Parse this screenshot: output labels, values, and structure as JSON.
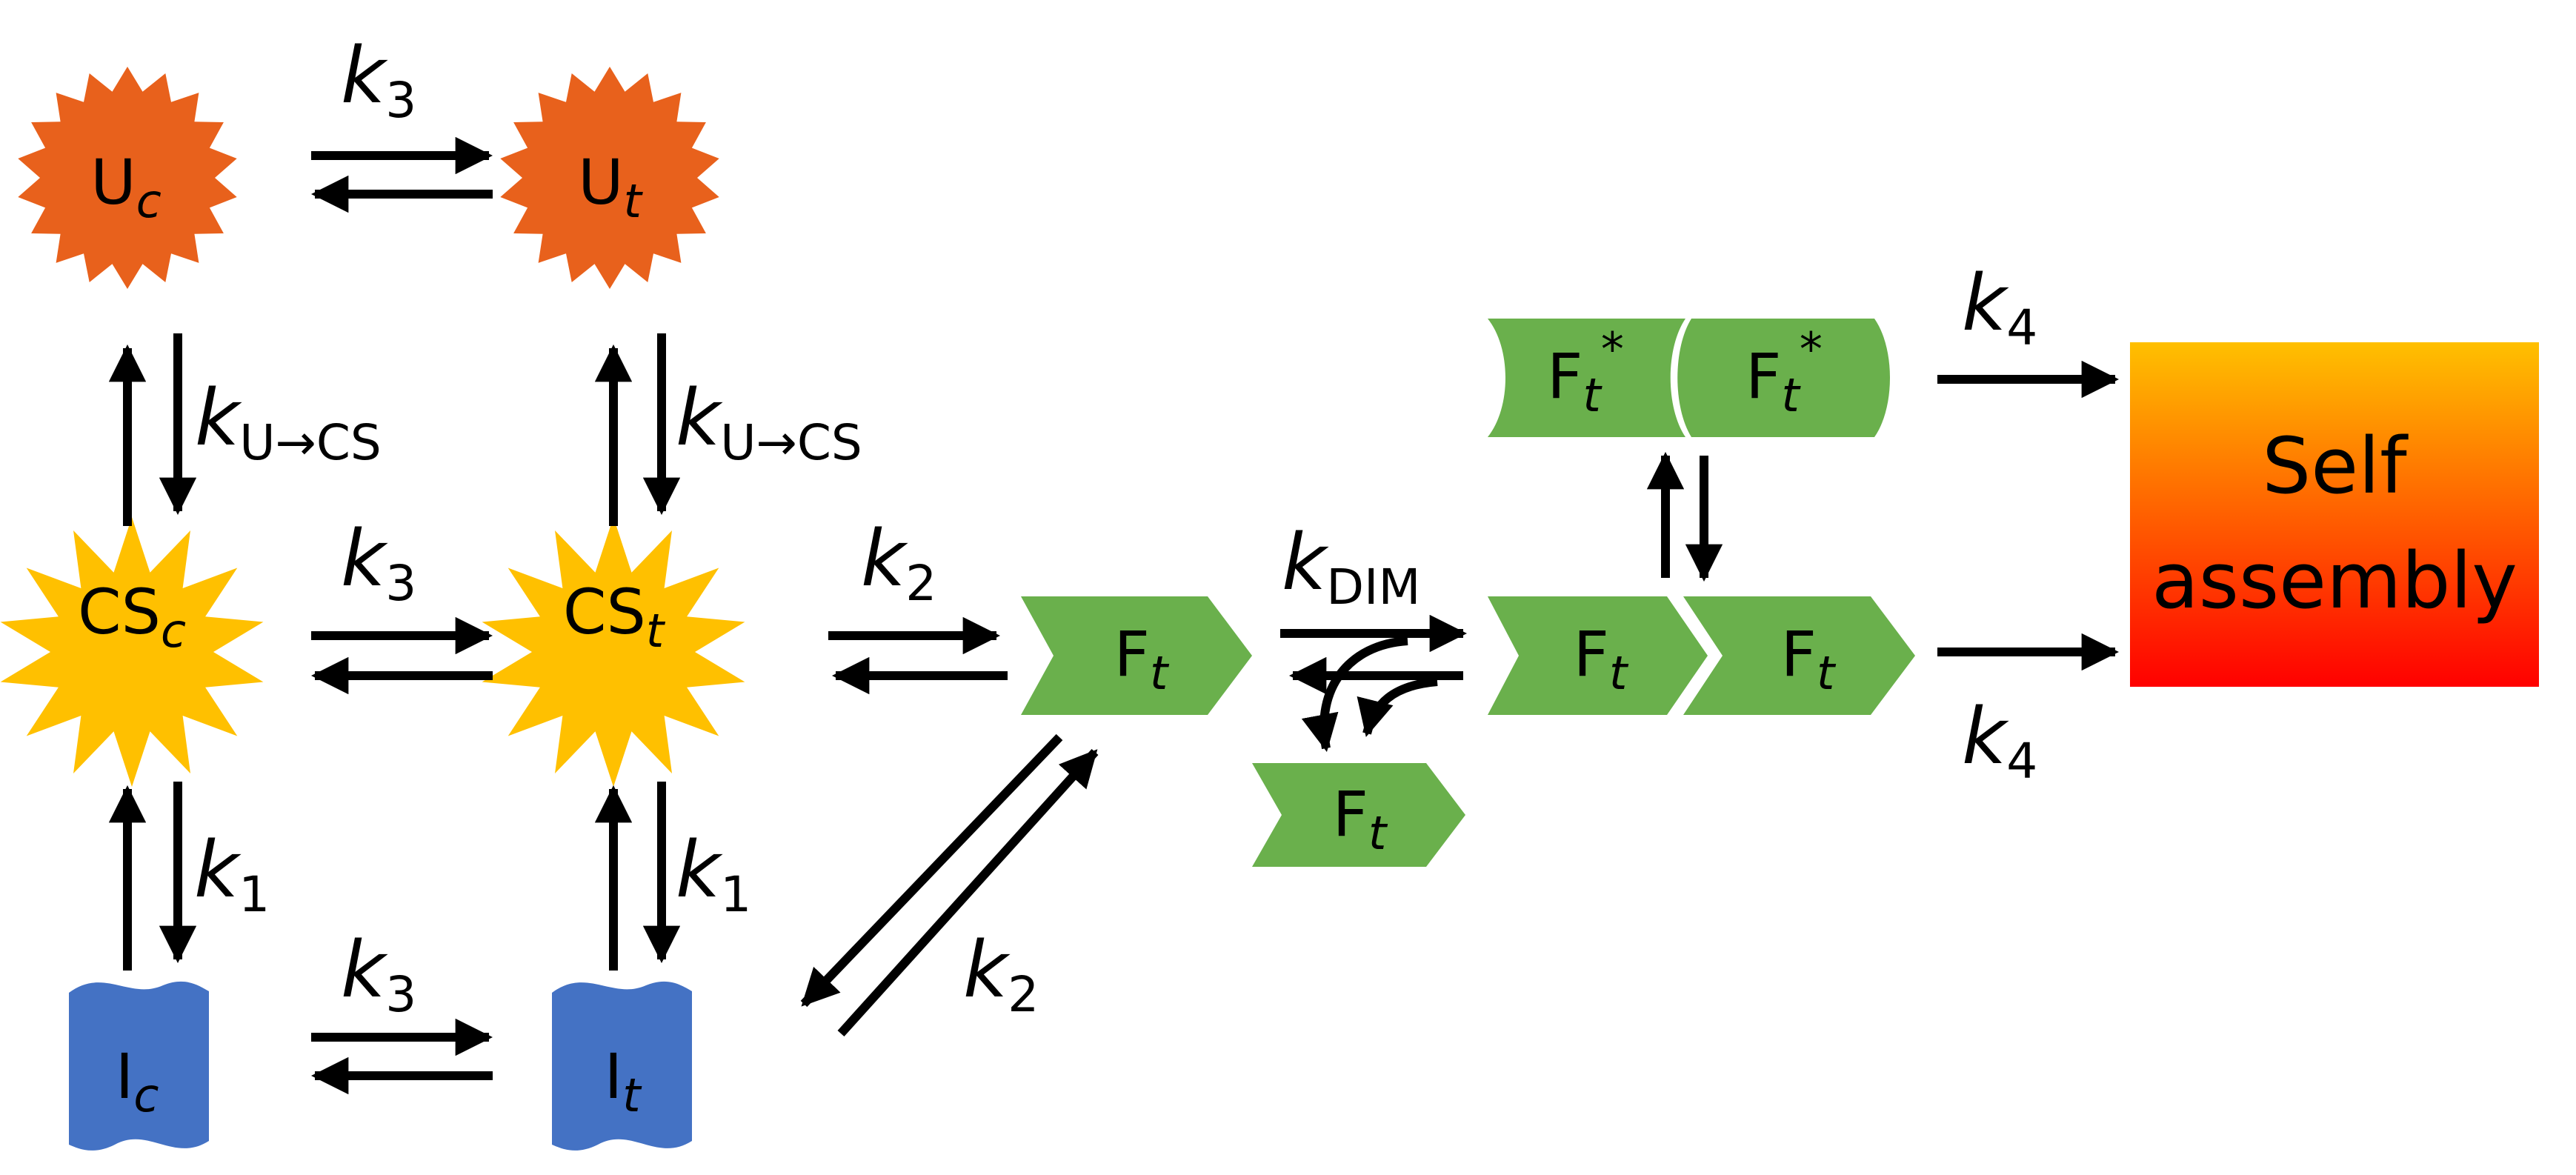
{
  "diagram": {
    "nodes": {
      "uc": {
        "main": "U",
        "sub": "c",
        "color": "#e8611c"
      },
      "ut": {
        "main": "U",
        "sub": "t",
        "color": "#e8611c"
      },
      "csc": {
        "main": "CS",
        "sub": "c",
        "color": "#ffc000"
      },
      "cst": {
        "main": "CS",
        "sub": "t",
        "color": "#ffc000"
      },
      "ic": {
        "main": "I",
        "sub": "c",
        "color": "#4472c4"
      },
      "it": {
        "main": "I",
        "sub": "t",
        "color": "#4472c4"
      },
      "ft_main": {
        "main": "F",
        "sub": "t",
        "color": "#6ab04c"
      },
      "ft_released": {
        "main": "F",
        "sub": "t",
        "color": "#6ab04c"
      },
      "dimer_left": {
        "main": "F",
        "sub": "t",
        "color": "#6ab04c"
      },
      "dimer_right": {
        "main": "F",
        "sub": "t",
        "color": "#6ab04c"
      },
      "star_left": {
        "main": "F",
        "sub": "t",
        "sup": "*",
        "color": "#6ab04c"
      },
      "star_right": {
        "main": "F",
        "sub": "t",
        "sup": "*",
        "color": "#6ab04c"
      }
    },
    "self_assembly": {
      "line1": "Self",
      "line2": "assembly",
      "gradient_top": "#ffc000",
      "gradient_bottom": "#ff0000"
    },
    "rates": {
      "k3_top": {
        "k": "k",
        "sub": "3"
      },
      "k3_mid": {
        "k": "k",
        "sub": "3"
      },
      "k3_bot": {
        "k": "k",
        "sub": "3"
      },
      "kucs_left": {
        "k": "k",
        "sub": "U→CS"
      },
      "kucs_right": {
        "k": "k",
        "sub": "U→CS"
      },
      "k1_left": {
        "k": "k",
        "sub": "1"
      },
      "k1_right": {
        "k": "k",
        "sub": "1"
      },
      "k2_top": {
        "k": "k",
        "sub": "2"
      },
      "k2_diag": {
        "k": "k",
        "sub": "2"
      },
      "kdim": {
        "k": "k",
        "sub": "DIM"
      },
      "k4_top": {
        "k": "k",
        "sub": "4"
      },
      "k4_bot": {
        "k": "k",
        "sub": "4"
      }
    }
  }
}
